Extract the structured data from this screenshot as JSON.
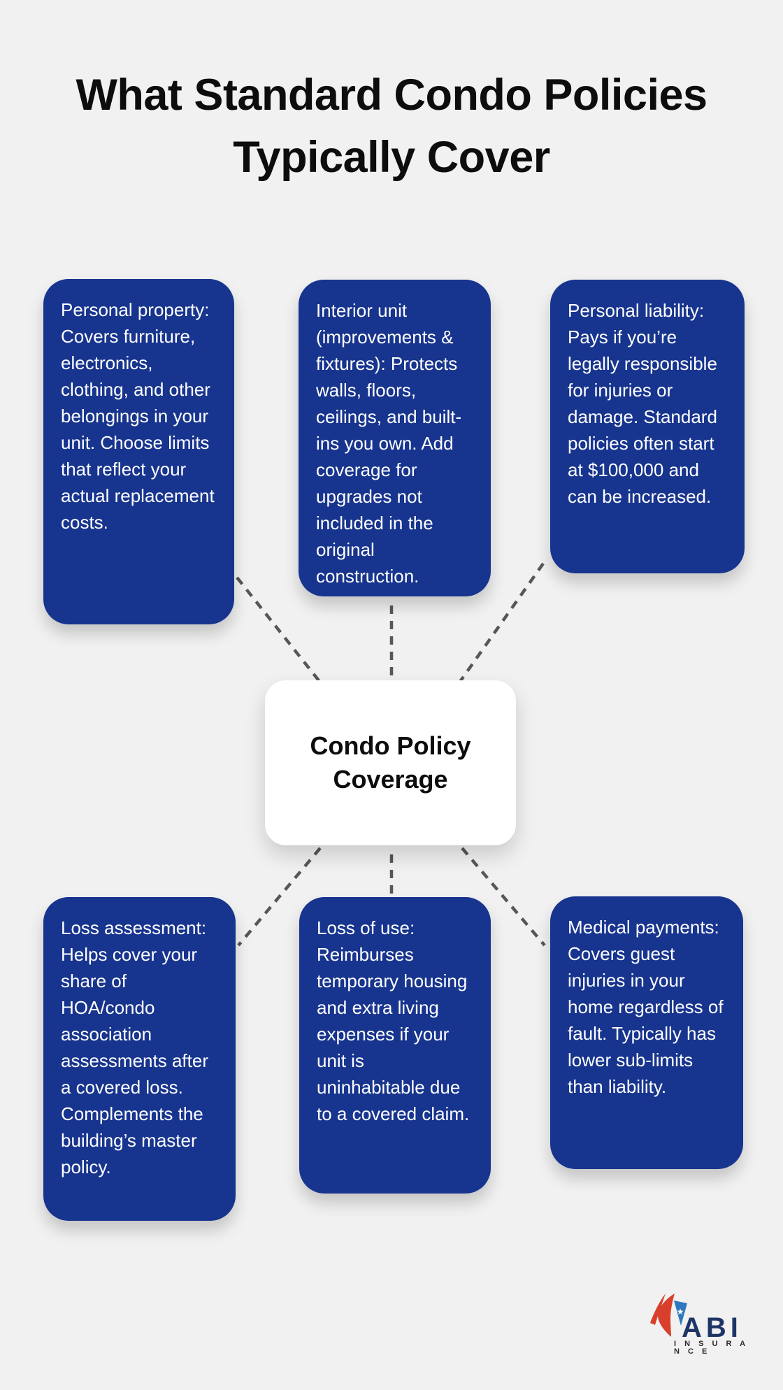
{
  "page": {
    "title": "What Standard Condo Policies Typically Cover",
    "background_color": "#f1f1f1"
  },
  "center": {
    "label": "Condo Policy Coverage"
  },
  "boxes": [
    {
      "id": "personal-property",
      "text": "Personal property: Covers furniture, electronics, clothing, and other belongings in your unit. Choose limits that reflect your actual replacement costs."
    },
    {
      "id": "interior-unit",
      "text": "Interior unit (improvements & fixtures): Protects walls, floors, ceilings, and built-ins you own. Add coverage for upgrades not included in the original construction."
    },
    {
      "id": "personal-liability",
      "text": "Personal liability: Pays if you’re legally responsible for injuries or damage. Standard policies often start at $100,000 and can be increased."
    },
    {
      "id": "loss-assessment",
      "text": "Loss assessment: Helps cover your share of HOA/condo association assessments after a covered loss. Complements the building’s master policy."
    },
    {
      "id": "loss-of-use",
      "text": "Loss of use: Reimburses temporary housing and extra living expenses if your unit is uninhabitable due to a covered claim."
    },
    {
      "id": "medical-payments",
      "text": "Medical payments: Covers guest injuries in your home regardless of fault. Typically has lower sub-limits than liability."
    }
  ],
  "colors": {
    "box_blue": "#17348e",
    "box_text": "#ffffff",
    "connector_gray": "#575757",
    "title_text": "#0d0d0d"
  },
  "logo": {
    "name": "ABI",
    "subtitle": "I N S U R A N C E",
    "navy": "#1e3566",
    "red": "#d8402c",
    "flag_blue": "#2e79bd"
  }
}
